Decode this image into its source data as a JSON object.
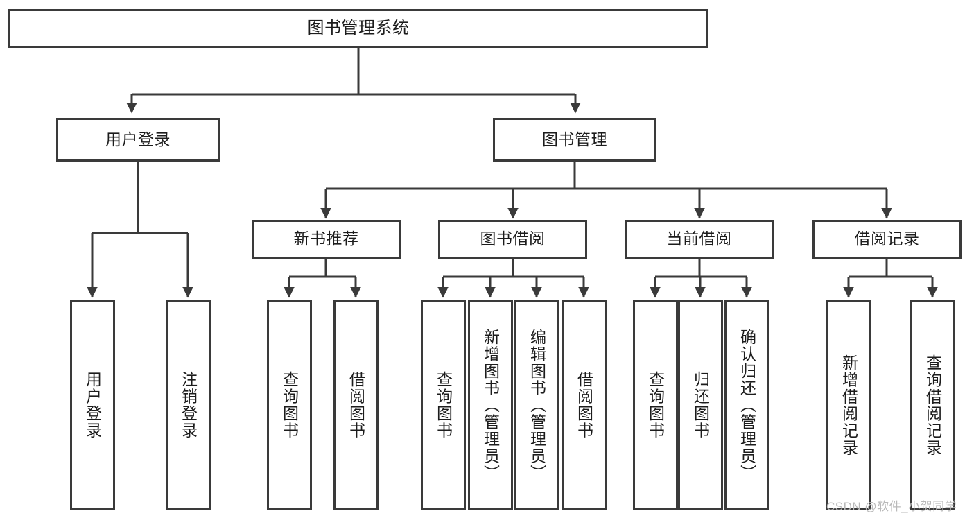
{
  "diagram": {
    "type": "tree-hierarchy",
    "title": "图书管理系统",
    "root": {
      "label": "图书管理系统"
    },
    "level2": [
      {
        "id": "user-login",
        "label": "用户登录"
      },
      {
        "id": "book-management",
        "label": "图书管理"
      }
    ],
    "level3": [
      {
        "id": "new-book-recommend",
        "label": "新书推荐",
        "parent": "book-management"
      },
      {
        "id": "book-borrow",
        "label": "图书借阅",
        "parent": "book-management"
      },
      {
        "id": "current-borrow",
        "label": "当前借阅",
        "parent": "book-management"
      },
      {
        "id": "borrow-record",
        "label": "借阅记录",
        "parent": "book-management"
      }
    ],
    "leaves": [
      {
        "id": "leaf-user-login",
        "label": "用户登录",
        "parent": "user-login"
      },
      {
        "id": "leaf-logout-login",
        "label": "注销登录",
        "parent": "user-login"
      },
      {
        "id": "leaf-query-book-1",
        "label": "查询图书",
        "parent": "new-book-recommend"
      },
      {
        "id": "leaf-borrow-book-1",
        "label": "借阅图书",
        "parent": "new-book-recommend"
      },
      {
        "id": "leaf-query-book-2",
        "label": "查询图书",
        "parent": "book-borrow"
      },
      {
        "id": "leaf-add-book",
        "label": "新增图书（管理员）",
        "parent": "book-borrow"
      },
      {
        "id": "leaf-edit-book",
        "label": "编辑图书（管理员）",
        "parent": "book-borrow"
      },
      {
        "id": "leaf-borrow-book-2",
        "label": "借阅图书",
        "parent": "book-borrow"
      },
      {
        "id": "leaf-query-book-3",
        "label": "查询图书",
        "parent": "current-borrow"
      },
      {
        "id": "leaf-return-book",
        "label": "归还图书",
        "parent": "current-borrow"
      },
      {
        "id": "leaf-confirm-return",
        "label": "确认归还（管理员）",
        "parent": "current-borrow"
      },
      {
        "id": "leaf-add-borrow-record",
        "label": "新增借阅记录",
        "parent": "borrow-record"
      },
      {
        "id": "leaf-query-borrow-record",
        "label": "查询借阅记录",
        "parent": "borrow-record"
      }
    ]
  },
  "watermark": {
    "text": "CSDN @软件_小贺同学"
  },
  "colors": {
    "border": "#3a3a3a",
    "background": "#ffffff",
    "text": "#1c1c1c",
    "watermark": "#b9b9b9"
  }
}
